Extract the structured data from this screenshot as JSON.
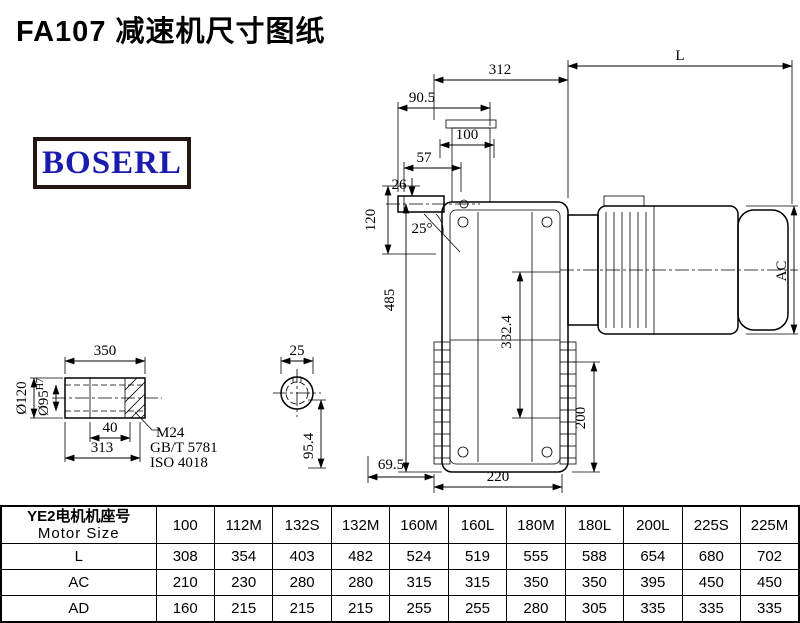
{
  "page": {
    "title": "FA107 减速机尺寸图纸",
    "logo_text": "BOSERL"
  },
  "drawing": {
    "main_view": {
      "dim_312": "312",
      "dim_L": "L",
      "dim_90_5": "90.5",
      "dim_100": "100",
      "dim_57": "57",
      "dim_26": "26",
      "dim_120": "120",
      "dim_angle": "25°",
      "dim_485": "485",
      "dim_332_4": "332.4",
      "dim_AC": "AC",
      "dim_200": "200",
      "dim_69_5": "69.5",
      "dim_220": "220"
    },
    "shaft_view": {
      "dim_350": "350",
      "dim_25": "25",
      "dim_40": "40",
      "dim_313": "313",
      "dim_od": "Ø120",
      "dim_bore_base": "Ø95",
      "dim_bore_sup": "H7",
      "note_thread": "M24",
      "note_std1": "GB/T 5781",
      "note_std2": "ISO 4018",
      "dim_95_4": "95.4"
    }
  },
  "table": {
    "header_cn": "YE2电机机座号",
    "header_en": "Motor Size",
    "columns": [
      "100",
      "112M",
      "132S",
      "132M",
      "160M",
      "160L",
      "180M",
      "180L",
      "200L",
      "225S",
      "225M"
    ],
    "rows": [
      {
        "label": "L",
        "values": [
          "308",
          "354",
          "403",
          "482",
          "524",
          "519",
          "555",
          "588",
          "654",
          "680",
          "702"
        ]
      },
      {
        "label": "AC",
        "values": [
          "210",
          "230",
          "280",
          "280",
          "315",
          "315",
          "350",
          "350",
          "395",
          "450",
          "450"
        ]
      },
      {
        "label": "AD",
        "values": [
          "160",
          "215",
          "215",
          "215",
          "255",
          "255",
          "280",
          "305",
          "335",
          "335",
          "335"
        ]
      }
    ]
  }
}
